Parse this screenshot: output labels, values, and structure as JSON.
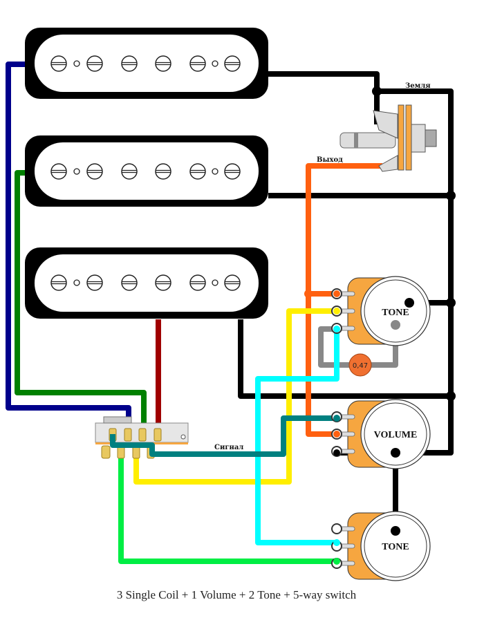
{
  "labels": {
    "ground": "Земля",
    "output": "Выход",
    "signal": "Сигнал",
    "tone1": "TONE",
    "volume": "VOLUME",
    "tone2": "TONE",
    "capacitor": "0,47"
  },
  "caption": "3 Single Coil + 1 Volume + 2 Tone + 5-way switch",
  "colors": {
    "neck_wire": "#00008b",
    "middle_wire": "#008000",
    "bridge_wire": "#a00000",
    "output_wire": "#ff6010",
    "tone1_wire": "#ffee00",
    "tone1_cap_wire": "#888888",
    "tone2_wire": "#00ffff",
    "tone3_wire": "#00ee44",
    "signal_wire": "#008080",
    "ground_wire": "#000000",
    "pot_body": "#f6a640",
    "capacitor": "#f07030"
  }
}
